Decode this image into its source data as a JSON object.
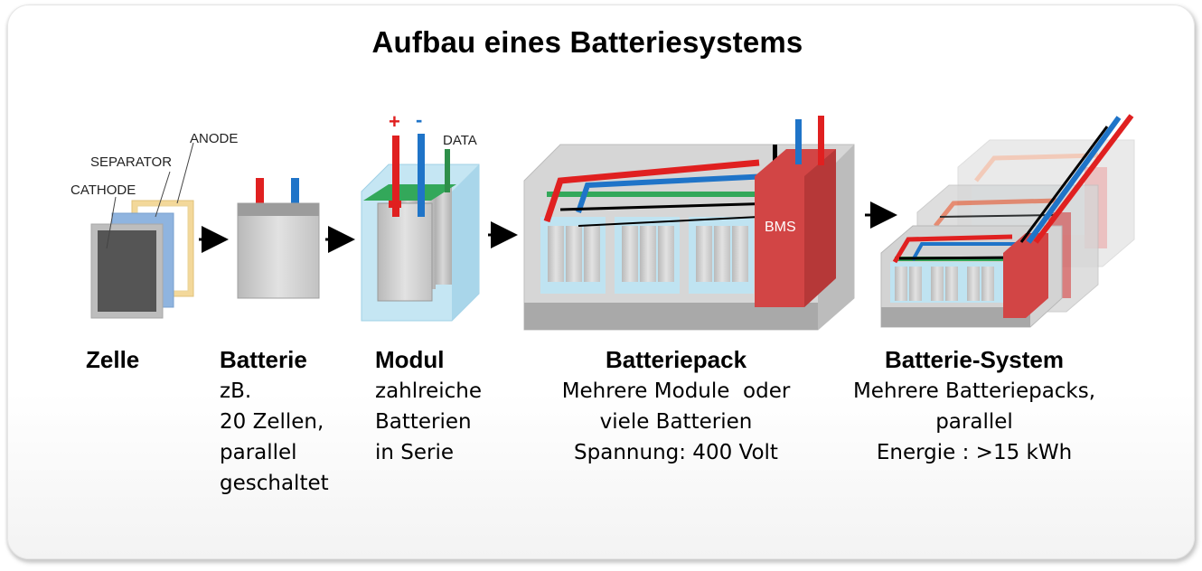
{
  "title": "Aufbau eines Batteriesystems",
  "diagram_labels": {
    "anode": "ANODE",
    "separator": "SEPARATOR",
    "cathode": "CATHODE",
    "plus": "+",
    "minus": "-",
    "data": "DATA",
    "bms": "BMS"
  },
  "stages": [
    {
      "name": "Zelle",
      "lines": []
    },
    {
      "name": "Batterie",
      "lines": [
        "zB.",
        "20 Zellen,",
        "parallel",
        "geschaltet"
      ]
    },
    {
      "name": "Modul",
      "lines": [
        "zahlreiche",
        "Batterien",
        "in Serie"
      ]
    },
    {
      "name": "Batteriepack",
      "lines": [
        "Mehrere Module  oder",
        "viele Batterien",
        "Spannung: 400 Volt"
      ]
    },
    {
      "name": "Batterie-System",
      "lines": [
        "Mehrere Batteriepacks,",
        "parallel",
        "Energie : >15 kWh"
      ]
    }
  ],
  "colors": {
    "positive": "#e02020",
    "negative": "#1f74c8",
    "data_bus": "#2aa84a",
    "bms": "#d24545",
    "module_case": "#bfe3f1",
    "housing": "#cfcfcf"
  }
}
